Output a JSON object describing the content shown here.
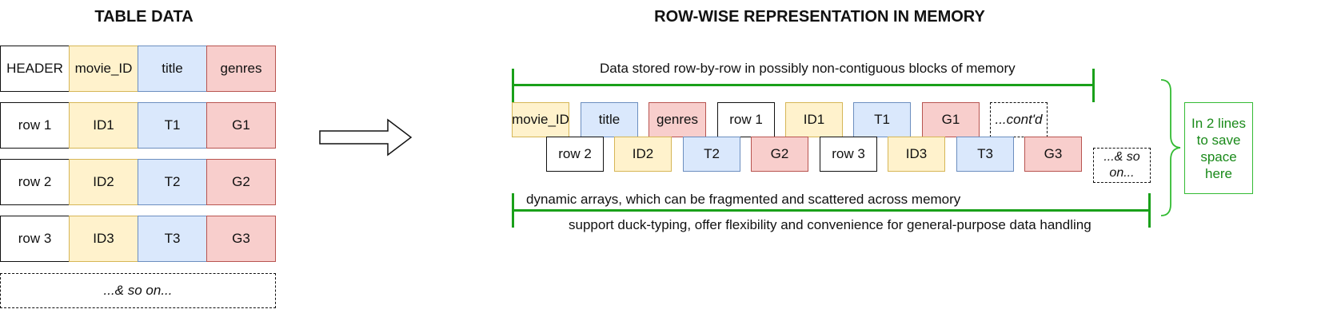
{
  "left": {
    "title": "TABLE DATA",
    "header": [
      "HEADER",
      "movie_ID",
      "title",
      "genres"
    ],
    "rows": [
      [
        "row 1",
        "ID1",
        "T1",
        "G1"
      ],
      [
        "row 2",
        "ID2",
        "T2",
        "G2"
      ],
      [
        "row 3",
        "ID3",
        "T3",
        "G3"
      ]
    ],
    "more": "...& so on..."
  },
  "right": {
    "title": "ROW-WISE REPRESENTATION IN MEMORY",
    "top_note": "Data stored row-by-row in possibly non-contiguous blocks of memory",
    "line1": [
      "movie_ID",
      "title",
      "genres",
      "row 1",
      "ID1",
      "T1",
      "G1"
    ],
    "line1_more": "...cont'd",
    "line2": [
      "row 2",
      "ID2",
      "T2",
      "G2",
      "row 3",
      "ID3",
      "T3",
      "G3"
    ],
    "line2_more": "...& so on...",
    "bottom_note_1": "dynamic arrays, which can be fragmented and scattered across memory",
    "bottom_note_2": "support duck-typing, offer flexibility and convenience for general-purpose data handling",
    "side_note": "In 2 lines to save space here"
  },
  "colors": {
    "white_fill": "#ffffff",
    "yellow_fill": "#fff2cc",
    "blue_fill": "#dae8fc",
    "red_fill": "#f8cecc",
    "bracket_green": "#1aa01a",
    "note_green": "#1a8a1a"
  },
  "icons": {
    "arrow": "right-arrow-icon",
    "brace": "right-curly-brace-icon"
  }
}
